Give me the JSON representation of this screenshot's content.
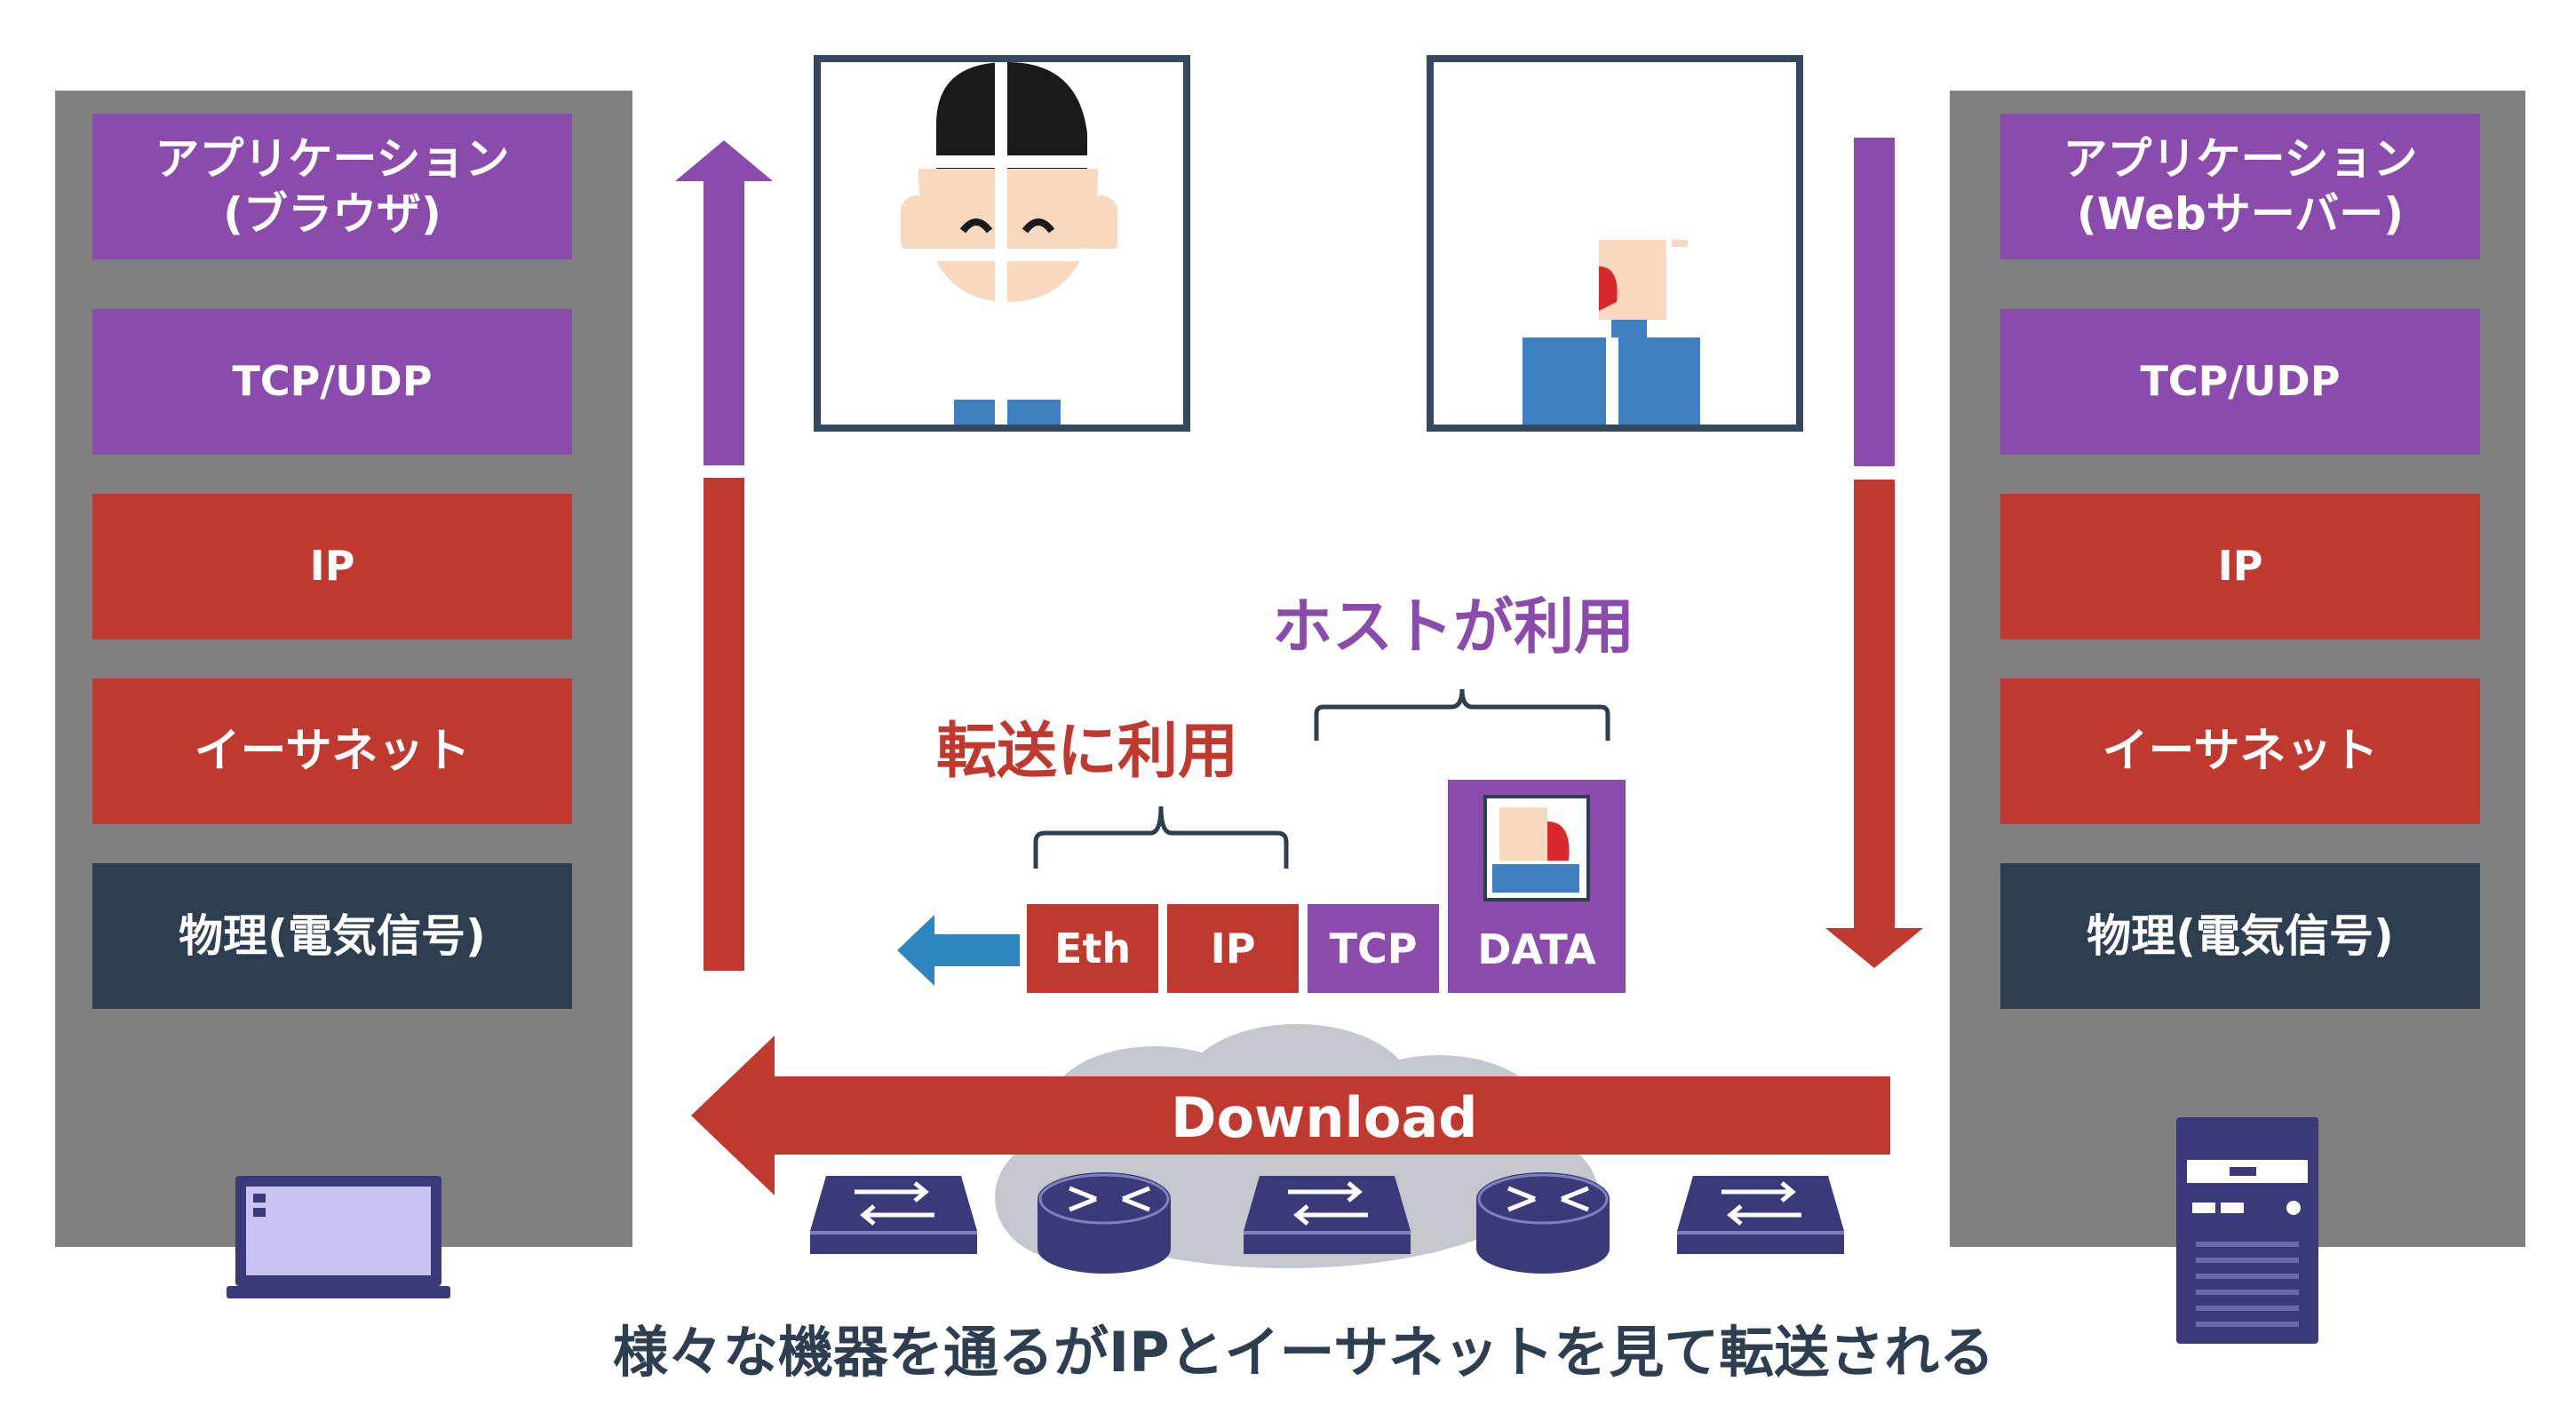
{
  "client_stack": {
    "layers": [
      "アプリケーション\n(ブラウザ)",
      "TCP/UDP",
      "IP",
      "イーサネット",
      "物理(電気信号)"
    ]
  },
  "server_stack": {
    "layers": [
      "アプリケーション\n(Webサーバー)",
      "TCP/UDP",
      "IP",
      "イーサネット",
      "物理(電気信号)"
    ]
  },
  "packet": {
    "eth": "Eth",
    "ip": "IP",
    "tcp": "TCP",
    "data": "DATA"
  },
  "annotations": {
    "host_use": "ホストが利用",
    "forwarding_use": "転送に利用"
  },
  "network": {
    "arrow_label": "Download"
  },
  "caption": "様々な機器を通るがIPとイーサネットを見て転送される",
  "colors": {
    "application_transport": "#8a4bad",
    "network_link": "#c0392f",
    "physical": "#2c3e50",
    "stack_bg": "#808080",
    "device": "#3a3a7a"
  }
}
